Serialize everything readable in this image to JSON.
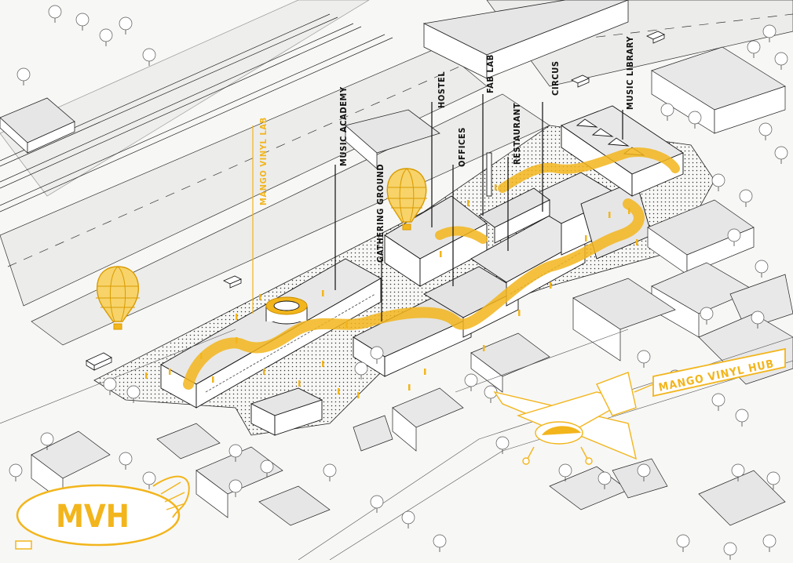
{
  "colors": {
    "accent": "#f2b51c",
    "line": "#1a1a1a",
    "building": "#ffffff",
    "roof": "#e6e6e6",
    "ground": "#f7f7f5",
    "road": "#ececea"
  },
  "program_labels": {
    "mango_vinyl_lab": "MANGO VINYL LAB",
    "music_academy": "MUSIC ACADEMY",
    "gathering_ground": "GATHERING GROUND",
    "hostel": "HOSTEL",
    "offices": "OFFICES",
    "fab_lab": "FAB LAB",
    "restaurant": "RESTAURANT",
    "circus": "CIRCUS",
    "music_library": "MUSIC LIBRARY"
  },
  "banner_text": "MANGO VINYL HUB",
  "blimp_text": "MVH",
  "icons": [
    "hot-air-balloon-icon",
    "airplane-icon",
    "blimp-icon",
    "tree-icon",
    "car-icon",
    "person-icon"
  ]
}
